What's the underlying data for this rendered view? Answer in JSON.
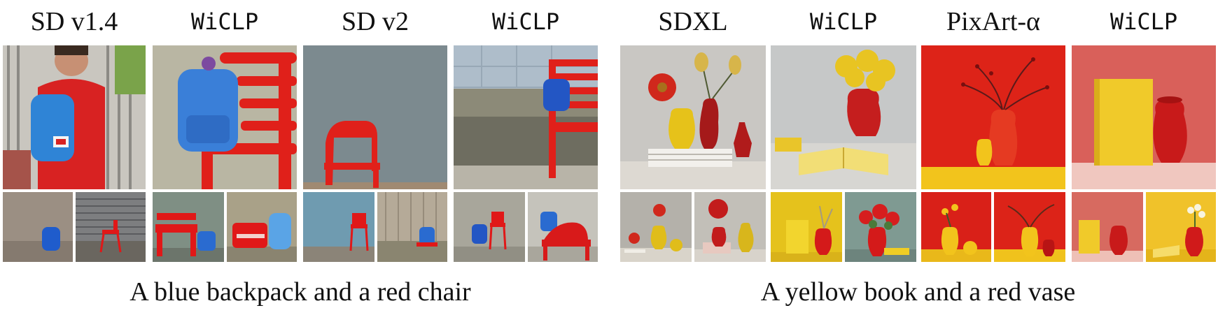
{
  "left_group": {
    "columns": [
      {
        "label": "SD v1.4"
      },
      {
        "label": "WiCLP"
      },
      {
        "label": "SD v2"
      },
      {
        "label": "WiCLP"
      }
    ],
    "caption": "A blue backpack and a red chair"
  },
  "right_group": {
    "columns": [
      {
        "label": "SDXL"
      },
      {
        "label": "WiCLP"
      },
      {
        "label": "PixArt-α"
      },
      {
        "label": "WiCLP"
      }
    ],
    "caption": "A yellow book and a red vase"
  },
  "colors": {
    "red": "#e01818",
    "blue": "#2f6fd6",
    "yellow": "#f0c51a"
  }
}
